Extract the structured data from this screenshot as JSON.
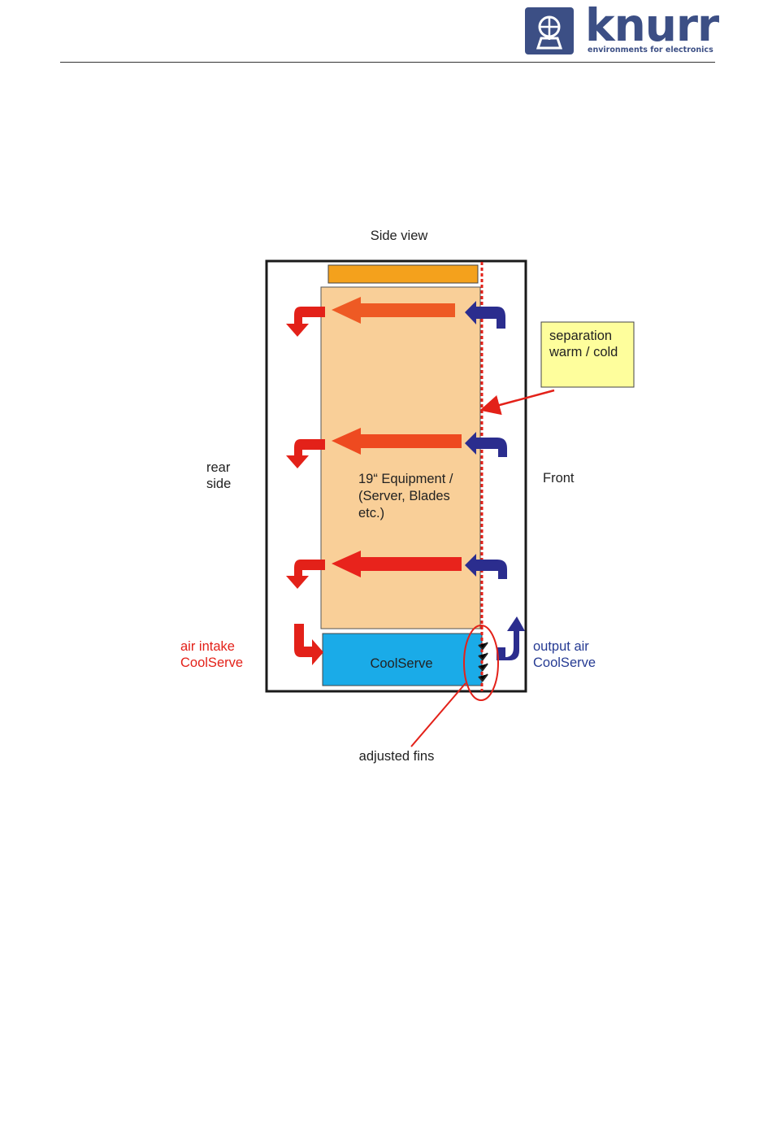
{
  "header": {
    "logo_word": "knurr",
    "logo_tagline": "environments for electronics",
    "brand_color": "#3c4f85",
    "logo_icon": "knight-helmet-icon"
  },
  "diagram": {
    "title": "Side view",
    "rear_label_1": "rear",
    "rear_label_2": "side",
    "front_label": "Front",
    "equipment_label_1": "19“ Equipment /",
    "equipment_label_2": "(Server, Blades",
    "equipment_label_3": "etc.)",
    "separation_label_1": "separation",
    "separation_label_2": "warm / cold",
    "coolserve_label": "CoolServe",
    "air_intake_1": "air intake",
    "air_intake_2": "CoolServe",
    "output_air_1": "output air",
    "output_air_2": "CoolServe",
    "fins_label": "adjusted fins",
    "colors": {
      "warm_air": "#e8331f",
      "cold_air": "#2b2d8e",
      "equipment_fill": "#f9cf98",
      "top_unit": "#f4a11c",
      "coolserve_fill": "#1aabe8",
      "note_fill": "#fefe9c",
      "separation_line": "#e32119"
    }
  }
}
